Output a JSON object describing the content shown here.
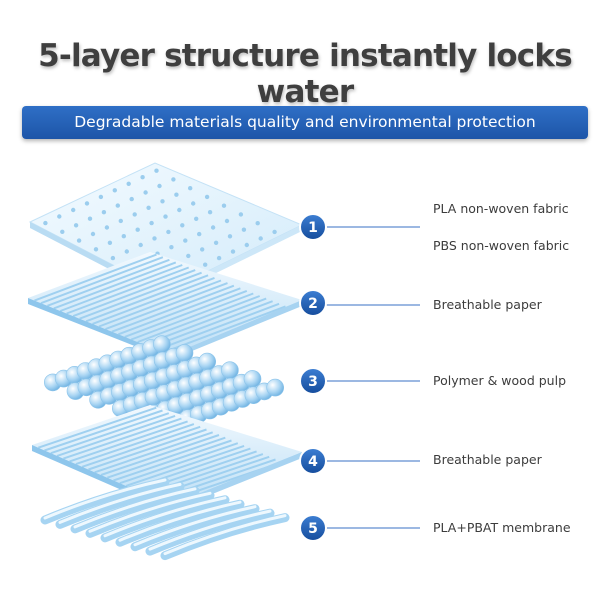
{
  "header": {
    "title": "5-layer structure instantly locks water",
    "banner": "Degradable materials quality and environmental protection"
  },
  "layers": [
    {
      "number": "1",
      "label_top": "PLA non-woven fabric",
      "label_bottom": "PBS non-woven fabric"
    },
    {
      "number": "2",
      "label": "Breathable paper"
    },
    {
      "number": "3",
      "label": "Polymer & wood pulp"
    },
    {
      "number": "4",
      "label": "Breathable paper"
    },
    {
      "number": "5",
      "label": "PLA+PBAT membrane"
    }
  ],
  "colors": {
    "badge": "#1f5fb5",
    "line": "#3a72c4",
    "banner": "#2363b8",
    "title": "#3f3f3f",
    "layer_light": "#e6f3fc",
    "layer_mid": "#bfe0f6",
    "layer_dark": "#7fbde8"
  }
}
